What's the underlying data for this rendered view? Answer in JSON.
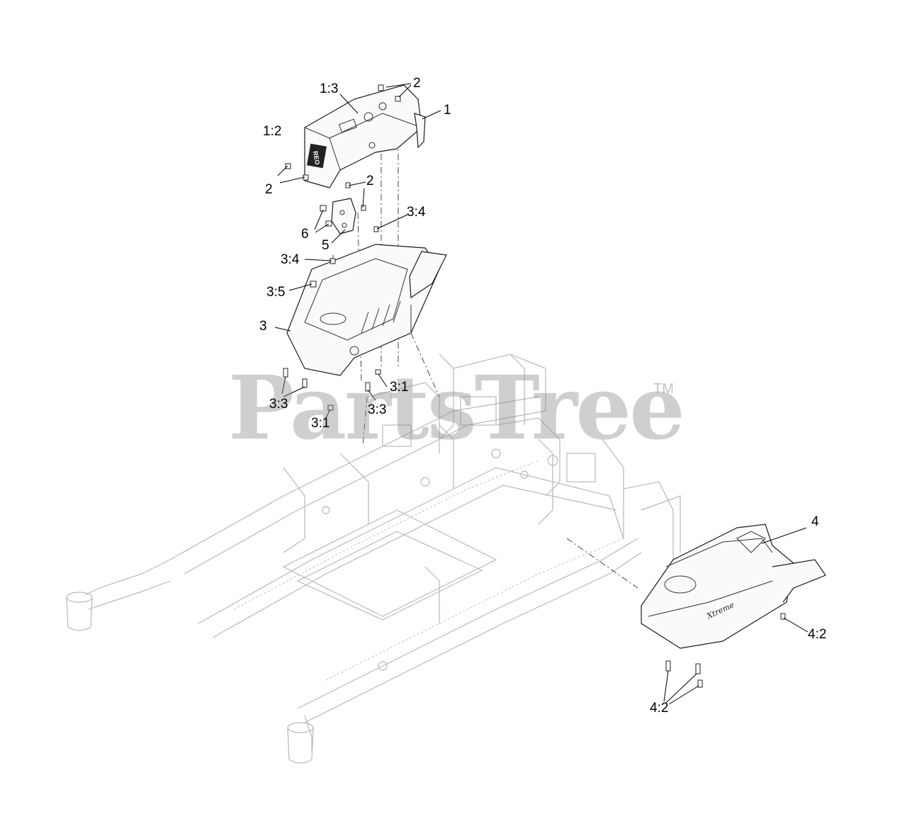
{
  "diagram": {
    "callouts": [
      {
        "id": "c-1-3",
        "text": "1:3"
      },
      {
        "id": "c-2-top",
        "text": "2"
      },
      {
        "id": "c-1",
        "text": "1"
      },
      {
        "id": "c-1-2",
        "text": "1:2"
      },
      {
        "id": "c-2-left",
        "text": "2"
      },
      {
        "id": "c-2-mid",
        "text": "2"
      },
      {
        "id": "c-6",
        "text": "6"
      },
      {
        "id": "c-5",
        "text": "5"
      },
      {
        "id": "c-3-4-right",
        "text": "3:4"
      },
      {
        "id": "c-3-4-left",
        "text": "3:4"
      },
      {
        "id": "c-3-5",
        "text": "3:5"
      },
      {
        "id": "c-3",
        "text": "3"
      },
      {
        "id": "c-3-3-left",
        "text": "3:3"
      },
      {
        "id": "c-3-1-right",
        "text": "3:1"
      },
      {
        "id": "c-3-3-right",
        "text": "3:3"
      },
      {
        "id": "c-3-1-bottom",
        "text": "3:1"
      },
      {
        "id": "c-4",
        "text": "4"
      },
      {
        "id": "c-4-2-right",
        "text": "4:2"
      },
      {
        "id": "c-4-2-bottom",
        "text": "4:2"
      }
    ],
    "console_label": "REO",
    "hood_logo": "Xtreme"
  },
  "watermark": {
    "brand": "PartsTree",
    "trademark": "TM",
    "color": "#8c8c8c"
  },
  "colors": {
    "line": "#1c1c1c",
    "frame_line": "#b8b8b8",
    "background": "#ffffff"
  }
}
